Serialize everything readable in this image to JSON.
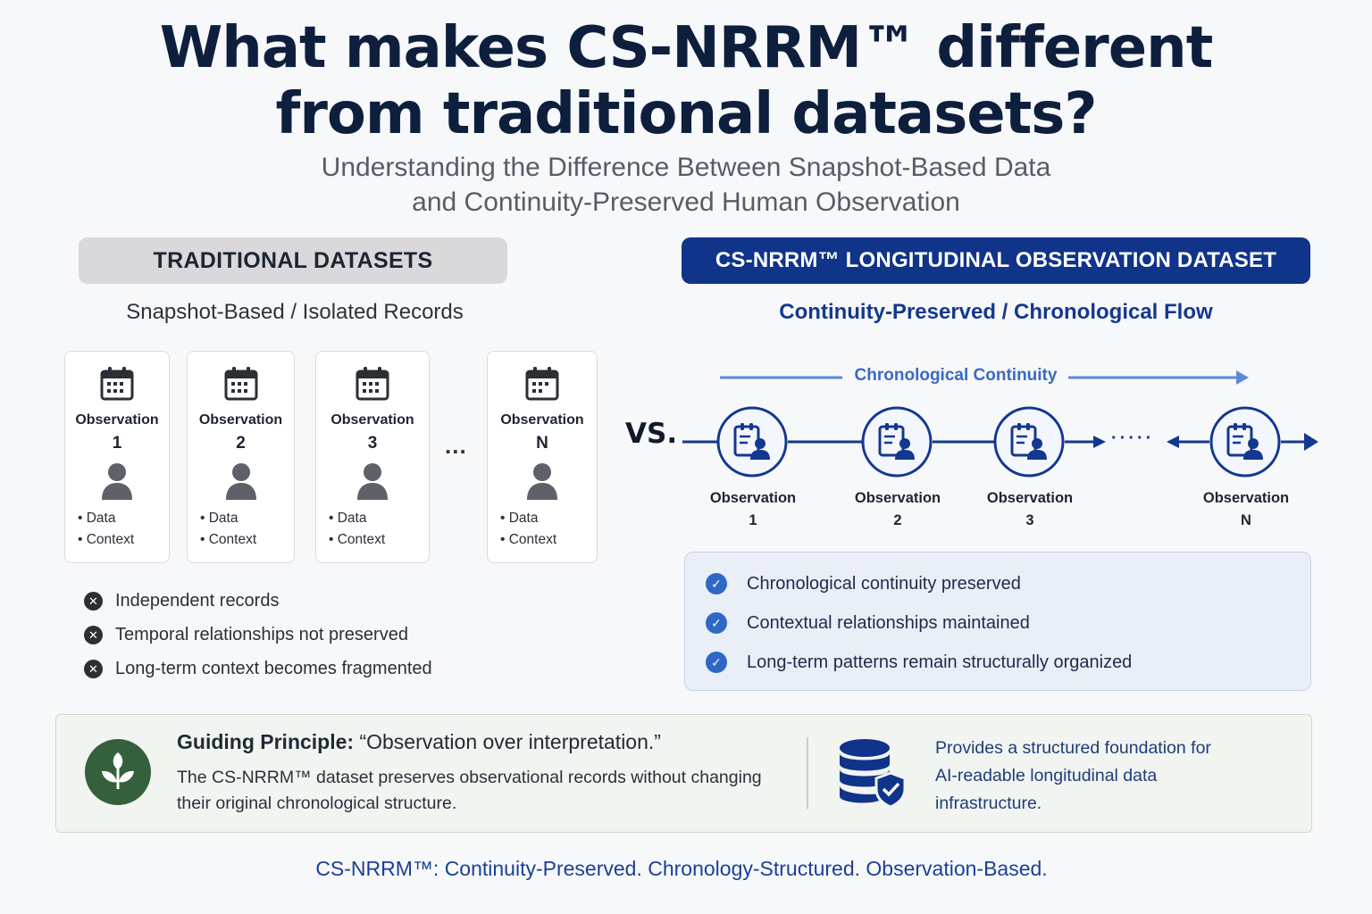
{
  "title": {
    "line1": "What makes CS-NRRM™ different",
    "line2": "from traditional datasets?"
  },
  "subtitle": {
    "line1": "Understanding the Difference Between Snapshot-Based Data",
    "line2": "and Continuity-Preserved Human Observation"
  },
  "left": {
    "header": "TRADITIONAL DATASETS",
    "subheader": "Snapshot-Based / Isolated Records",
    "cards": [
      {
        "label": "Observation",
        "index": "1",
        "bullet1": "• Data",
        "bullet2": "• Context"
      },
      {
        "label": "Observation",
        "index": "2",
        "bullet1": "• Data",
        "bullet2": "• Context"
      },
      {
        "label": "Observation",
        "index": "3",
        "bullet1": "• Data",
        "bullet2": "• Context"
      },
      {
        "label": "Observation",
        "index": "N",
        "bullet1": "• Data",
        "bullet2": "• Context"
      }
    ],
    "ellipsis": "...",
    "negatives": [
      "Independent records",
      "Temporal relationships not preserved",
      "Long-term context becomes fragmented"
    ],
    "icons": {
      "card": "calendar-icon",
      "person": "person-icon",
      "negative": "x-circle-icon"
    }
  },
  "vs": "VS.",
  "right": {
    "header": "CS-NRRM™ LONGITUDINAL OBSERVATION DATASET",
    "subheader": "Continuity-Preserved / Chronological Flow",
    "timeline_label": "Chronological Continuity",
    "dots": "·····",
    "nodes": [
      {
        "label": "Observation",
        "index": "1"
      },
      {
        "label": "Observation",
        "index": "2"
      },
      {
        "label": "Observation",
        "index": "3"
      },
      {
        "label": "Observation",
        "index": "N"
      }
    ],
    "checks": [
      "Chronological continuity preserved",
      "Contextual relationships maintained",
      "Long-term patterns remain structurally organized"
    ],
    "icons": {
      "node": "observation-record-icon",
      "check": "check-circle-icon"
    }
  },
  "principle": {
    "title_bold": "Guiding Principle:",
    "title_quote": " “Observation over interpretation.”",
    "body": "The CS-NRRM™ dataset preserves observational records without changing their original chronological structure.",
    "right_text": "Provides a structured foundation for AI-readable longitudinal data infrastructure.",
    "icons": {
      "left": "leaf-icon",
      "right": "database-shield-icon"
    }
  },
  "tagline": "CS-NRRM™: Continuity-Preserved. Chronology-Structured. Observation-Based.",
  "colors": {
    "navy": "#10348a",
    "accent_blue": "#2f68c4",
    "title": "#0e1f3d",
    "green": "#35603d",
    "grey_header": "#d9d9db"
  }
}
